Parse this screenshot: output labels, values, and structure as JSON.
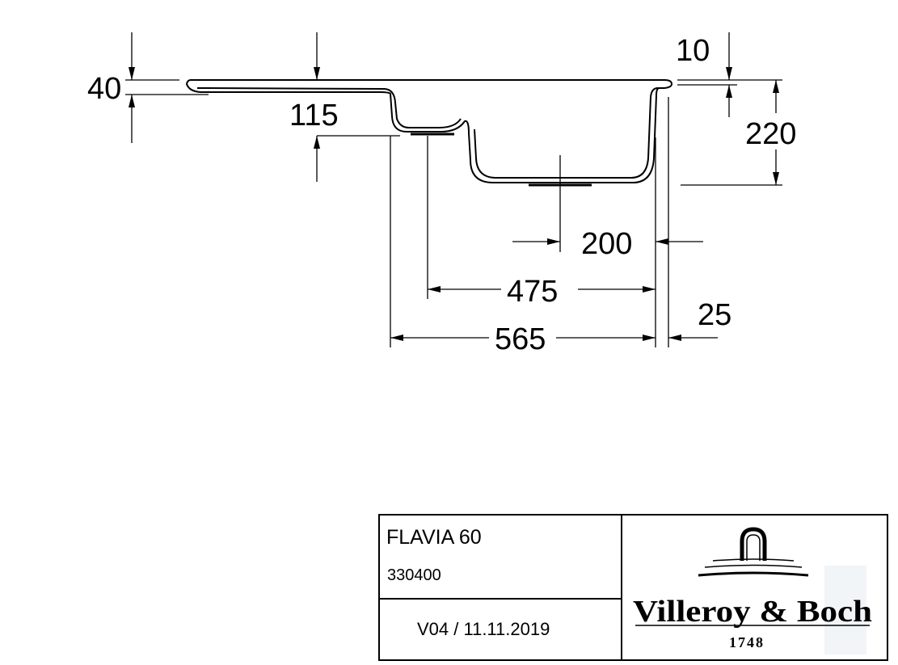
{
  "dimensions": {
    "rim_thickness": "40",
    "drainer_depth": "115",
    "rim_edge": "10",
    "bowl_depth": "220",
    "drain_offset": "200",
    "bowl_width": "475",
    "total_width": "565",
    "edge_offset": "25"
  },
  "title_block": {
    "product_name": "FLAVIA 60",
    "article_number": "330400",
    "version_date": "V04 / 11.11.2019"
  },
  "brand": {
    "name": "Villeroy & Boch",
    "year": "1748"
  }
}
